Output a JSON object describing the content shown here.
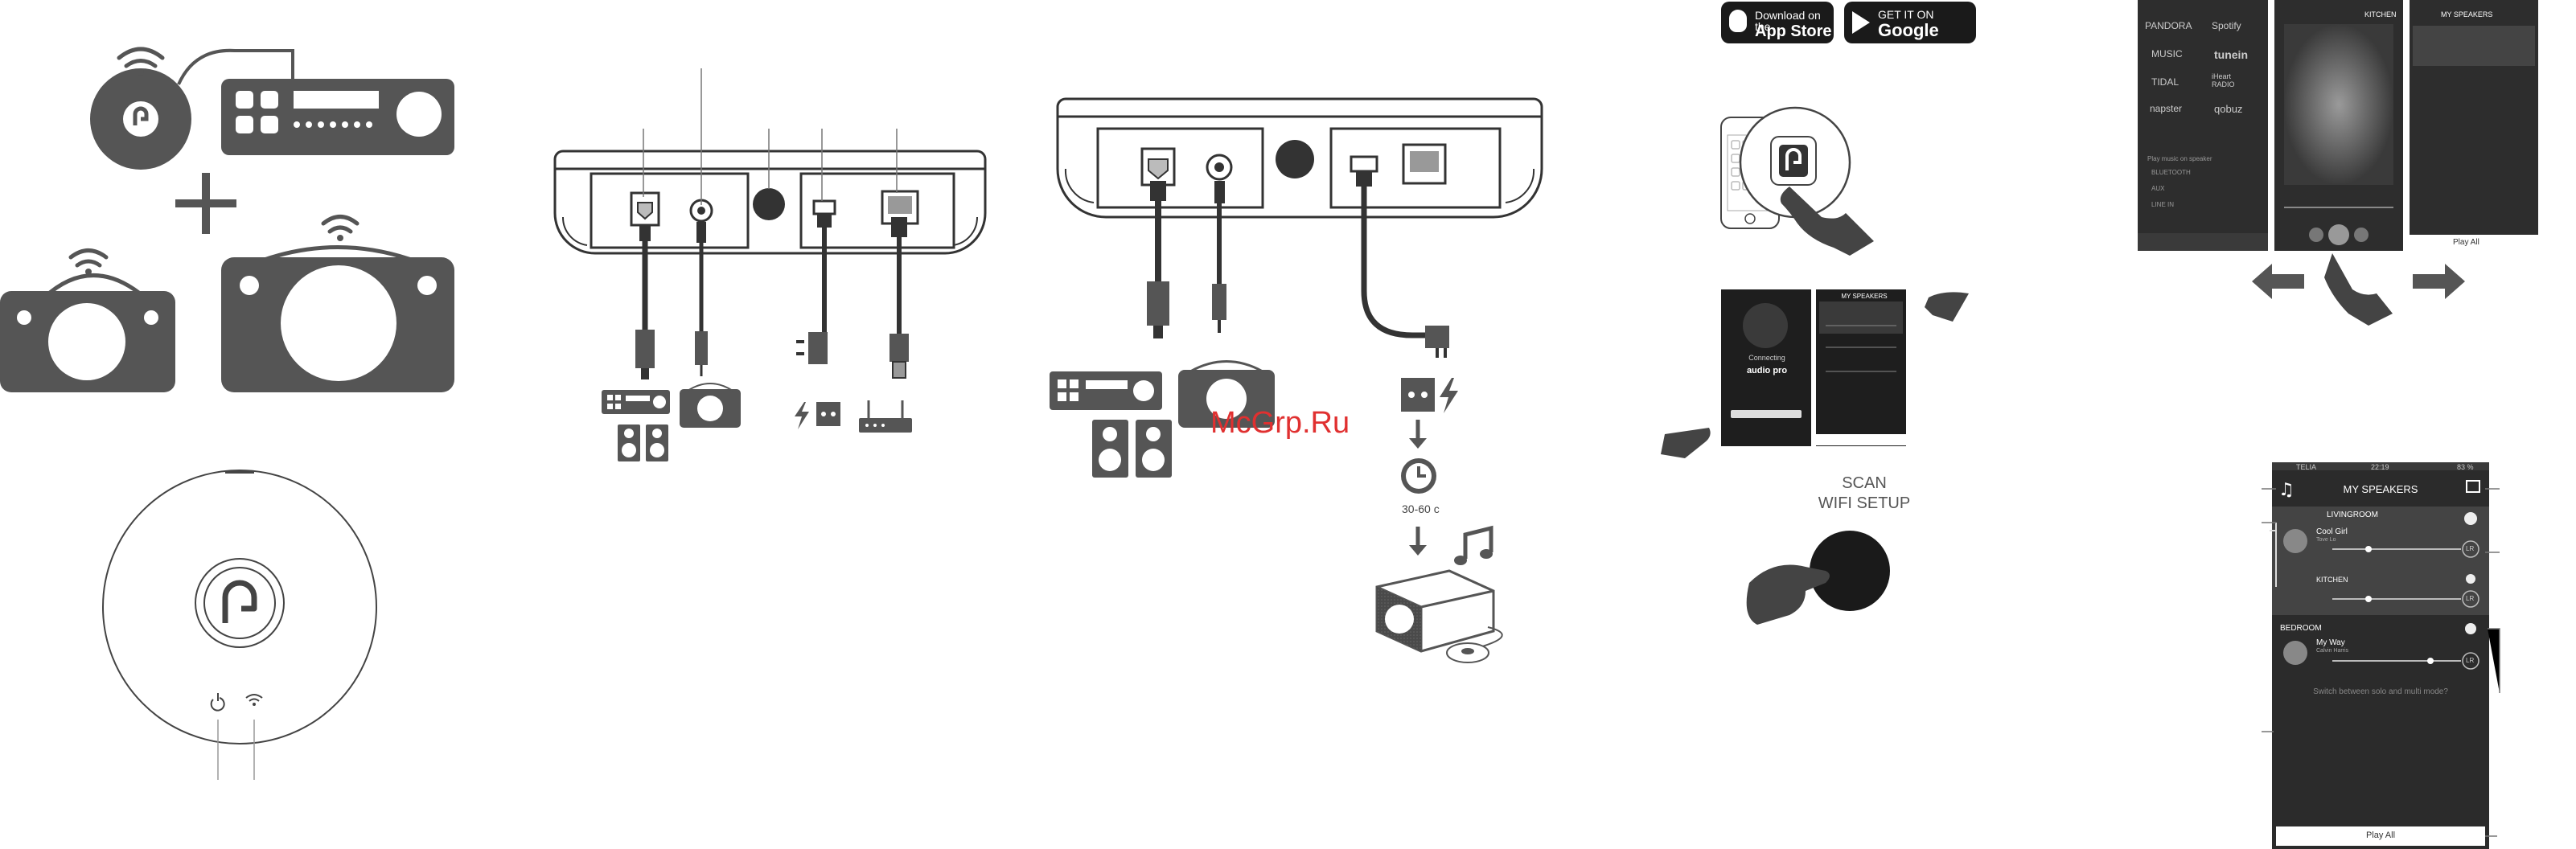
{
  "store_badges": {
    "app_store": {
      "small": "Download on the",
      "big": "App Store"
    },
    "google_play": {
      "small": "GET IT ON",
      "big": "Google Play"
    }
  },
  "scan_setup": {
    "line1": "SCAN",
    "line2": "WIFI SETUP"
  },
  "boot_time": "30-60 с",
  "watermark": "McGrp.Ru",
  "setup_phone": {
    "connecting": "Connecting",
    "brand": "audio pro",
    "header": "MY SPEAKERS"
  },
  "services": [
    "PANDORA",
    "Spotify",
    "MUSIC",
    "tunein",
    "TIDAL",
    "iHeart RADIO",
    "napster",
    "qobuz"
  ],
  "service_footer": "Play music on speaker",
  "row_labels": {
    "bluetooth": "BLUETOOTH",
    "aux": "AUX",
    "line_in": "LINE IN"
  },
  "player_header": "KITCHEN",
  "big_phone": {
    "carrier": "TELIA",
    "time": "22:19",
    "battery": "83 %",
    "title": "MY SPEAKERS",
    "rooms": [
      {
        "name": "LIVINGROOM",
        "track": "Cool Girl",
        "artist": "Tove Lo"
      },
      {
        "name": "KITCHEN"
      },
      {
        "name": "BEDROOM",
        "track": "My Way",
        "artist": "Calvin Harris"
      }
    ],
    "lr_label": "LR",
    "switch_text": "Switch between solo and multi mode?",
    "play_all": "Play All"
  }
}
